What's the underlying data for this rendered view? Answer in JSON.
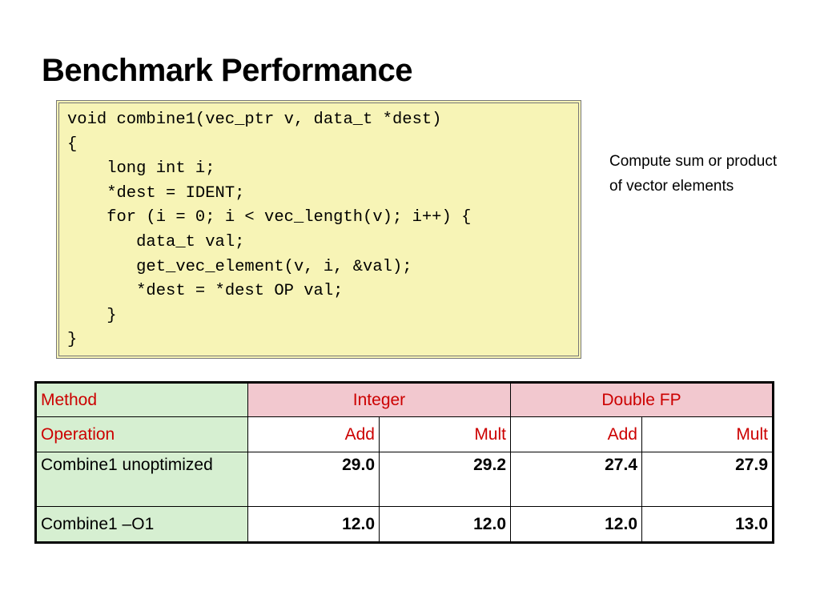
{
  "slide": {
    "title": "Benchmark Performance"
  },
  "code": {
    "lines": [
      "void combine1(vec_ptr v, data_t *dest)",
      "{",
      "    long int i;",
      "    *dest = IDENT;",
      "    for (i = 0; i < vec_length(v); i++) {",
      "       data_t val;",
      "       get_vec_element(v, i, &val);",
      "       *dest = *dest OP val;",
      "    }",
      "}"
    ]
  },
  "note": {
    "text": "Compute sum or product of vector elements"
  },
  "table": {
    "header": {
      "method": "Method",
      "integer": "Integer",
      "double_fp": "Double FP"
    },
    "operation_row": {
      "label": "Operation",
      "ops": [
        "Add",
        "Mult",
        "Add",
        "Mult"
      ]
    },
    "rows": [
      {
        "label": "Combine1 unoptimized",
        "values": [
          "29.0",
          "29.2",
          "27.4",
          "27.9"
        ]
      },
      {
        "label": "Combine1 –O1",
        "values": [
          "12.0",
          "12.0",
          "12.0",
          "13.0"
        ]
      }
    ]
  },
  "colors": {
    "code_background": "#f7f4b6",
    "label_column": "#d6efd1",
    "group_header": "#f2c8cf",
    "accent_red": "#cc0000"
  }
}
